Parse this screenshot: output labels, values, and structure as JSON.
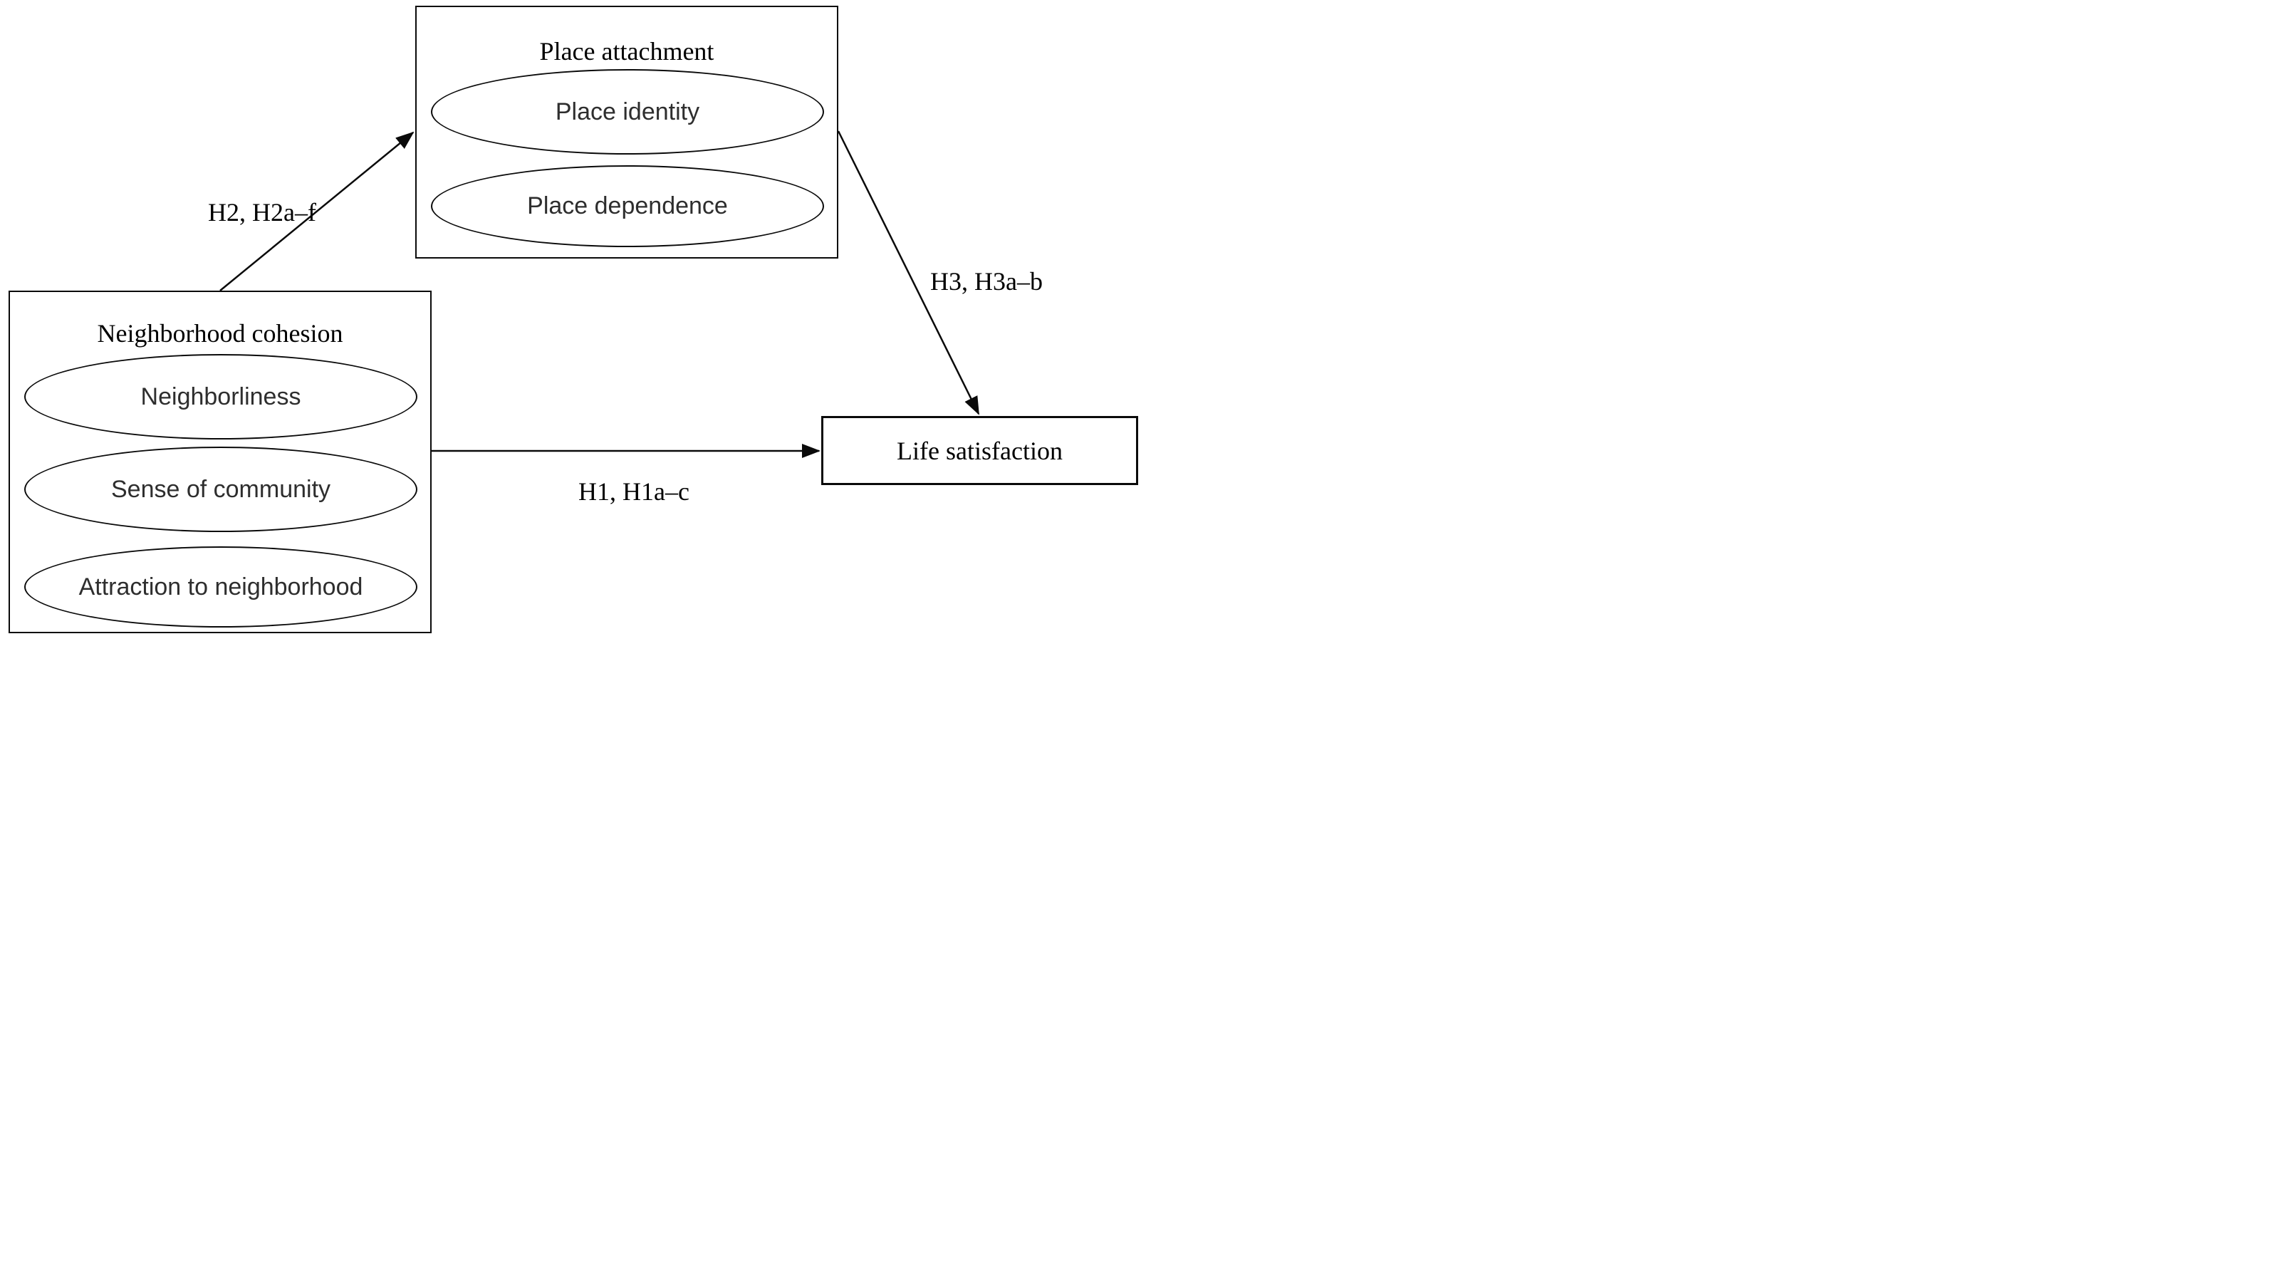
{
  "diagram": {
    "title_implicit": "Conceptual model of neighborhood cohesion, place attachment and life satisfaction",
    "colors": {
      "background": "#ffffff",
      "stroke": "#0a0a0a",
      "title_text": "#000000",
      "factor_text": "#2e2e2e"
    },
    "nodes": {
      "place_attachment": {
        "title": "Place attachment",
        "shape": "rectangle",
        "factors": [
          "Place identity",
          "Place dependence"
        ]
      },
      "neighborhood_cohesion": {
        "title": "Neighborhood cohesion",
        "shape": "rectangle",
        "factors": [
          "Neighborliness",
          "Sense of community",
          "Attraction to neighborhood"
        ]
      },
      "life_satisfaction": {
        "title": "Life satisfaction",
        "shape": "rectangle",
        "factors": []
      }
    },
    "paths": [
      {
        "from": "neighborhood_cohesion",
        "to": "life_satisfaction",
        "label": "H1, H1a–c",
        "direction": "horizontal-right"
      },
      {
        "from": "neighborhood_cohesion",
        "to": "place_attachment",
        "label": "H2, H2a–f",
        "direction": "up-right"
      },
      {
        "from": "place_attachment",
        "to": "life_satisfaction",
        "label": "H3, H3a–b",
        "direction": "down-right"
      }
    ]
  }
}
